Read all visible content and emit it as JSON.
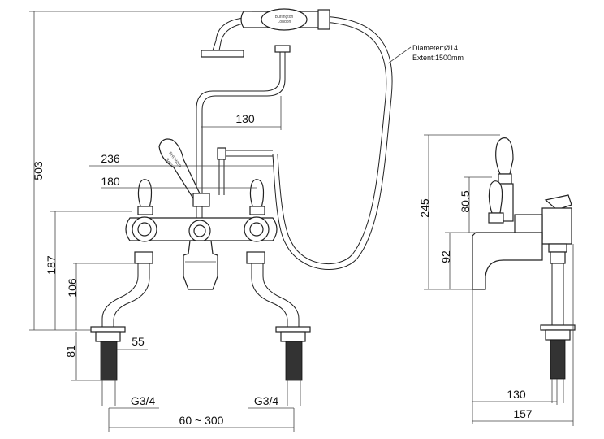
{
  "notes": {
    "diameter": "Diameter:Ø14",
    "extent": "Extent:1500mm",
    "brand": "Burlington",
    "brand_city": "London",
    "diverter_label_1": "SHOWER",
    "diverter_label_2": "BATH"
  },
  "front_dims": {
    "total_height": "503",
    "handset_offset": "130",
    "width_outer": "236",
    "width_inner": "180",
    "body_height": "187",
    "leg_height": "106",
    "tail_length": "81",
    "tail_flange": "55",
    "thread_left": "G3/4",
    "thread_right": "G3/4",
    "centres": "60 ~ 300"
  },
  "side_dims": {
    "lever_height": "245",
    "spout_to_lever": "80.5",
    "spout_height": "92",
    "spout_reach": "130",
    "overall_depth": "157"
  }
}
